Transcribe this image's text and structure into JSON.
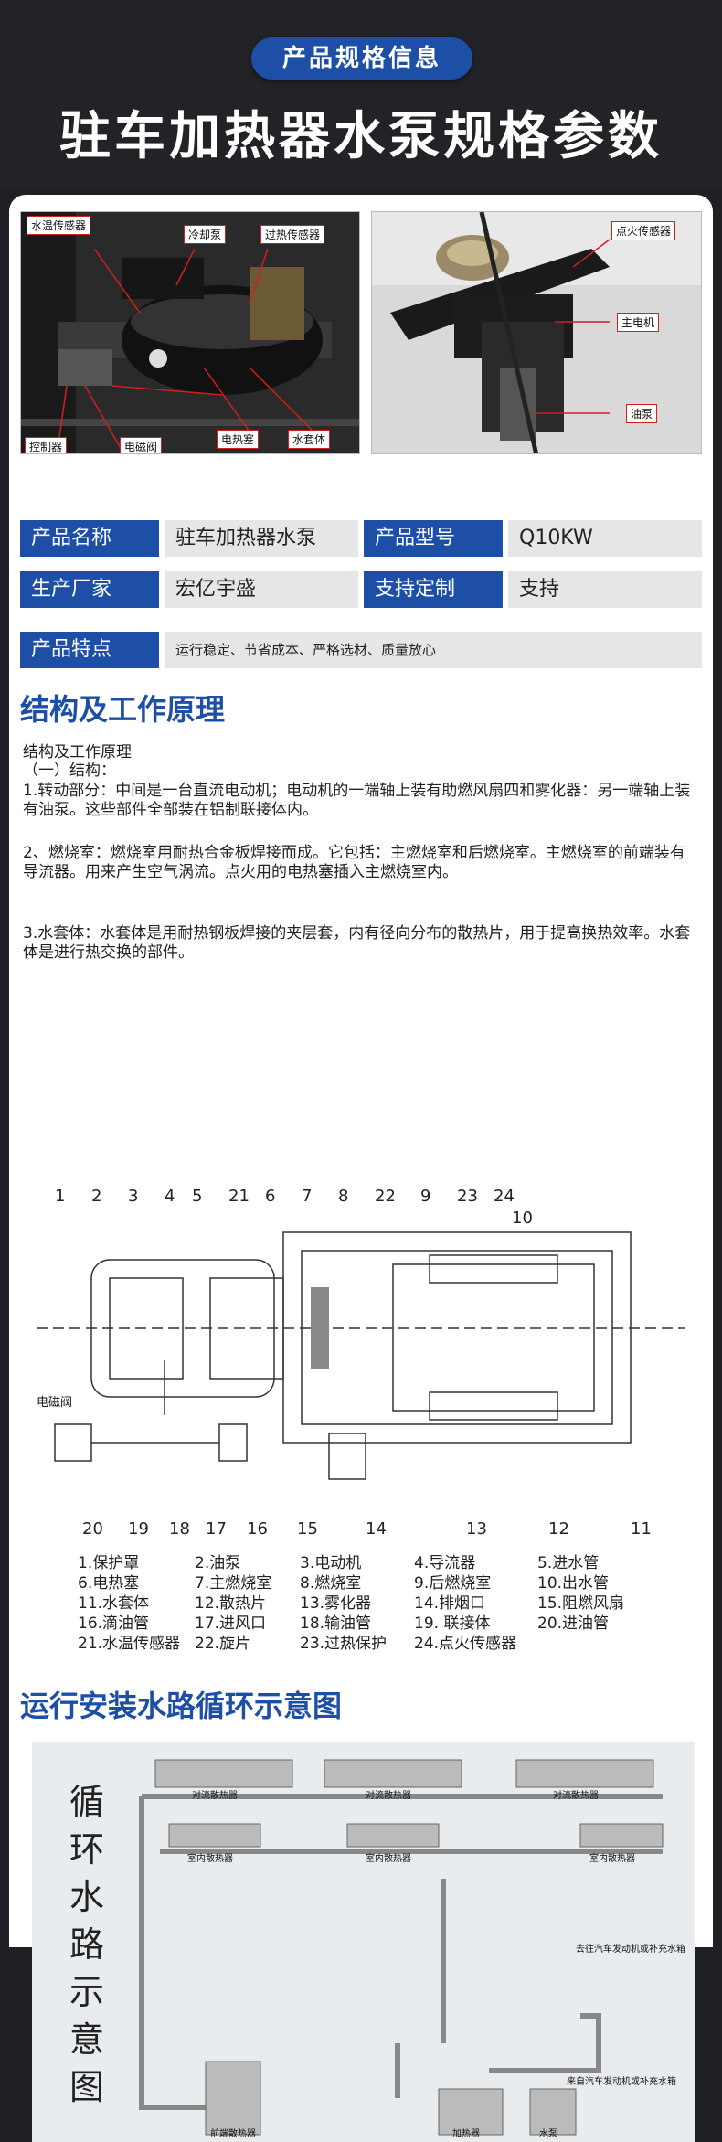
{
  "header": {
    "badge": "产品规格信息",
    "title": "驻车加热器水泵规格参数"
  },
  "photos": {
    "left": {
      "labels": [
        "水温传感器",
        "冷却泵",
        "过热传感器",
        "电热塞",
        "水套体",
        "控制器",
        "电磁阀"
      ]
    },
    "right": {
      "labels": [
        "点火传感器",
        "主电机",
        "油泵"
      ]
    }
  },
  "specs": {
    "rows": [
      {
        "label1": "产品名称",
        "value1": "驻车加热器水泵",
        "label2": "产品型号",
        "value2": "Q10KW"
      },
      {
        "label1": "生产厂家",
        "value1": "宏亿宇盛",
        "label2": "支持定制",
        "value2": "支持"
      }
    ],
    "feature_label": "产品特点",
    "feature_value": "运行稳定、节省成本、严格选材、质量放心"
  },
  "section1": {
    "title": "结构及工作原理",
    "subtitle": "结构及工作原理",
    "sub2": "（一）结构：",
    "p1": "1.转动部分：中间是一台直流电动机；电动机的一端轴上装有助燃风扇四和雾化器：另一端轴上装有油泵。这些部件全部装在铝制联接体内。",
    "p2": "2、燃烧室：燃烧室用耐热合金板焊接而成。它包括：主燃烧室和后燃烧室。主燃烧室的前端装有导流器。用来产生空气涡流。点火用的电热塞插入主燃烧室内。",
    "p3": "3.水套体：水套体是用耐热钢板焊接的夹层套，内有径向分布的散热片，用于提高换热效率。水套体是进行热交换的部件。"
  },
  "diagram": {
    "top_numbers": [
      "1",
      "2",
      "3",
      "4",
      "5",
      "21",
      "6",
      "7",
      "8",
      "22",
      "9",
      "23",
      "24",
      "10"
    ],
    "bottom_numbers": [
      "20",
      "19",
      "18",
      "17",
      "16",
      "15",
      "14",
      "13",
      "12",
      "11"
    ],
    "valve_label": "电磁阀"
  },
  "legend": [
    [
      "1.保护罩",
      "2.油泵",
      "3.电动机",
      "4.导流器",
      "5.进水管"
    ],
    [
      "6.电热塞",
      "7.主燃烧室",
      "8.燃烧室",
      "9.后燃烧室",
      "10.出水管"
    ],
    [
      "11.水套体",
      "12.散热片",
      "13.雾化器",
      "14.排烟口",
      "15.阻燃风扇"
    ],
    [
      "16.滴油管",
      "17.进风口",
      "18.输油管",
      "19. 联接体",
      "20.进油管"
    ],
    [
      "21.水温传感器",
      "22.旋片",
      "23.过热保护",
      "24.点火传感器",
      ""
    ]
  ],
  "section2": {
    "title": "运行安装水路循环示意图"
  },
  "circuit": {
    "vertical_title": [
      "循",
      "环",
      "水",
      "路",
      "示",
      "意",
      "图"
    ],
    "convector": "对流散热器",
    "indoor": "室内散热器",
    "front": "前端散热器",
    "heater": "加热器",
    "pump": "水泵",
    "to_engine": "去往汽车发动机或补充水箱",
    "from_engine": "来自汽车发动机或补充水箱"
  }
}
